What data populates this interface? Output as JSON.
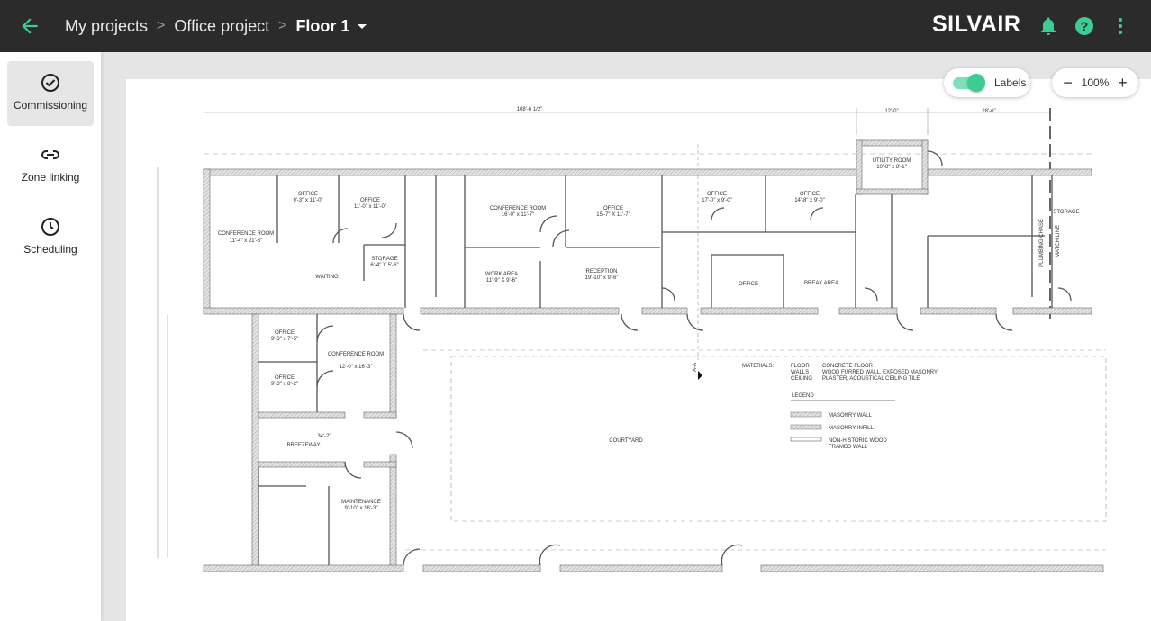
{
  "header": {
    "breadcrumb": [
      "My projects",
      "Office project",
      "Floor 1"
    ],
    "logo": "SILVAIR",
    "accent": "#3dcc94"
  },
  "sidebar": {
    "items": [
      {
        "label": "Commissioning",
        "icon": "check-circle-icon",
        "active": true
      },
      {
        "label": "Zone linking",
        "icon": "link-icon"
      },
      {
        "label": "Scheduling",
        "icon": "clock-icon"
      }
    ]
  },
  "controls": {
    "labels_toggle": "Labels",
    "labels_on": true,
    "zoom": "100%",
    "zoom_out": "−",
    "zoom_in": "+"
  },
  "plan": {
    "dims": {
      "top": "108'-6 1/2\"",
      "utility": "12'-0\"",
      "right": "28'-6\"",
      "breezeway": "34'-2\""
    },
    "rooms": [
      {
        "name": "CONFERENCE ROOM",
        "size": "11'-4\" x 21'-6\""
      },
      {
        "name": "OFFICE",
        "size": "9'-3\" x 11'-0\""
      },
      {
        "name": "OFFICE",
        "size": "11'-0\" x 11'-0\""
      },
      {
        "name": "STORAGE",
        "size": "6'-4\" X 5'-6\""
      },
      {
        "name": "WAITING",
        "size": ""
      },
      {
        "name": "CONFERENCE ROOM",
        "size": "16'-0\" x 11'-7\""
      },
      {
        "name": "OFFICE",
        "size": "15'-7\" X 11'-7\""
      },
      {
        "name": "WORK AREA",
        "size": "11'-9\" X 9'-6\""
      },
      {
        "name": "RECEPTION",
        "size": "19'-10\" x 9'-6\""
      },
      {
        "name": "OFFICE",
        "size": "17'-0\" x 9'-0\""
      },
      {
        "name": "OFFICE",
        "size": "14'-8\" x 9'-0\""
      },
      {
        "name": "OFFICE",
        "size": ""
      },
      {
        "name": "BREAK AREA",
        "size": ""
      },
      {
        "name": "UTILITY ROOM",
        "size": "10'-8\" x 8'-1\""
      },
      {
        "name": "PLUMBING CHASE",
        "size": ""
      },
      {
        "name": "MATCH LINE",
        "size": ""
      },
      {
        "name": "STORAGE",
        "size": ""
      },
      {
        "name": "OFFICE",
        "size": "9'-3\" x 7'-5\""
      },
      {
        "name": "OFFICE",
        "size": "9'-3\" x 8'-2\""
      },
      {
        "name": "CONFERENCE ROOM",
        "size": "12'-0\" x 16'-3\""
      },
      {
        "name": "BREEZEWAY",
        "size": ""
      },
      {
        "name": "MAINTENANCE",
        "size": "9'-10\" x 16'-3\""
      },
      {
        "name": "COURTYARD",
        "size": ""
      }
    ],
    "section_mark": "A-A",
    "materials": {
      "title": "MATERIALS:",
      "rows": [
        [
          "FLOOR",
          "CONCRETE FLOOR"
        ],
        [
          "WALLS",
          "WOOD FURRED WALL, EXPOSED MASONRY"
        ],
        [
          "CEILING",
          "PLASTER, ACOUSTICAL CEILING TILE"
        ]
      ]
    },
    "legend": {
      "title": "LEGEND",
      "items": [
        "MASONRY WALL",
        "MASONRY INFILL",
        "NON-HISTORIC WOOD",
        "FRAMED WALL"
      ]
    }
  }
}
